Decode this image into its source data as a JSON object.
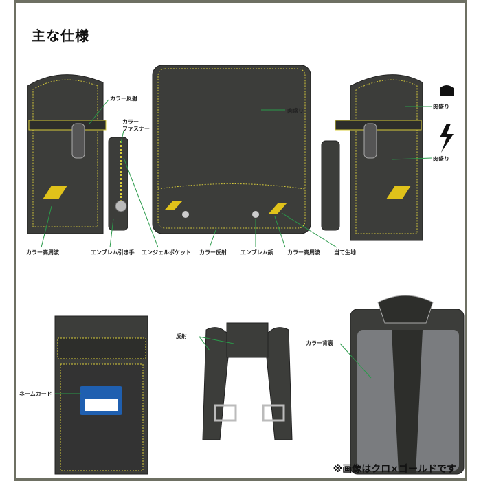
{
  "title": "主な仕様",
  "labels": {
    "color_reflector_top": "カラー反射",
    "color_fastener": "カラー\nファスナー",
    "color_fastener_l1": "カラー",
    "color_fastener_l2": "ファスナー",
    "padding_front": "肉盛り",
    "padding_right_1": "肉盛り",
    "padding_right_2": "肉盛り",
    "color_hf_left": "カラー高周波",
    "emblem_pull": "エンブレム引き手",
    "angel_pocket": "エンジェルポケット",
    "color_reflector_bottom": "カラー反射",
    "emblem_rivet": "エンブレム鋲",
    "color_hf_center": "カラー高周波",
    "patch_fabric": "当て生地",
    "name_card": "ネームカード",
    "reflector": "反射",
    "color_back_lining": "カラー背裏"
  },
  "note": "※画像はクロ×ゴールドです",
  "colors": {
    "bag": "#3c3d3a",
    "stitch": "#d8cc3a",
    "leader": "#2a9a4a",
    "gold": "#e0c21a",
    "frame": "#6e7063",
    "name_card": "#1f5fb0"
  }
}
